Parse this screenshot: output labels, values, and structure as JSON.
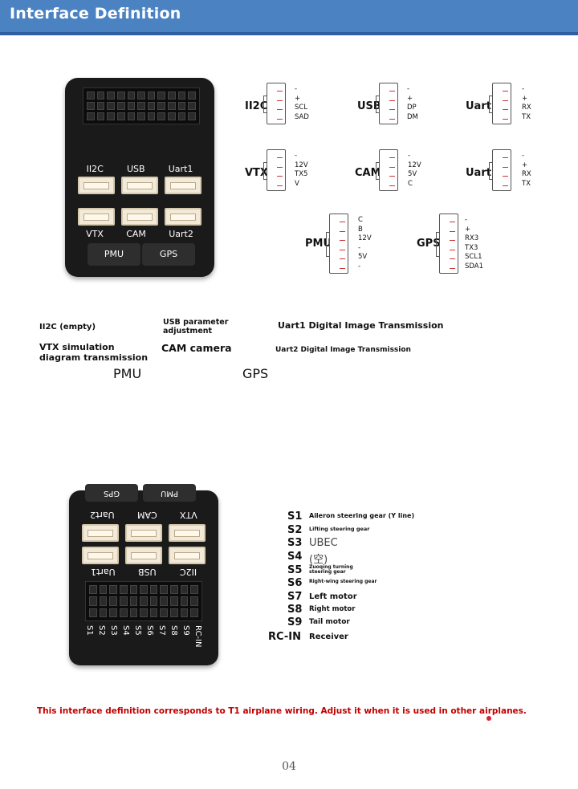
{
  "header": {
    "title": "Interface Definition"
  },
  "board_top": {
    "labels_row1": [
      "II2C",
      "USB",
      "Uart1"
    ],
    "labels_row2": [
      "VTX",
      "CAM",
      "Uart2"
    ],
    "tab_left": "PMU",
    "tab_right": "GPS"
  },
  "pinouts": [
    {
      "name": "II2C",
      "pins": [
        "-",
        "+",
        "SCL",
        "SAD"
      ]
    },
    {
      "name": "USB",
      "pins": [
        "-",
        "+",
        "DP",
        "DM"
      ]
    },
    {
      "name": "Uart1",
      "pins": [
        "-",
        "+",
        "RX",
        "TX"
      ]
    },
    {
      "name": "VTX",
      "pins": [
        "-",
        "12V",
        "TX5",
        "V"
      ]
    },
    {
      "name": "CAM",
      "pins": [
        "-",
        "12V",
        "5V",
        "C"
      ]
    },
    {
      "name": "Uart2",
      "pins": [
        "-",
        "+",
        "RX",
        "TX"
      ]
    },
    {
      "name": "PMU",
      "pins": [
        "C",
        "B",
        "12V",
        "-",
        "5V",
        "-"
      ]
    },
    {
      "name": "GPS",
      "pins": [
        "-",
        "+",
        "RX3",
        "TX3",
        "SCL1",
        "SDA1"
      ]
    }
  ],
  "descriptions": {
    "ii2c": "II2C (empty)",
    "usb_1": "USB parameter",
    "usb_2": "adjustment",
    "uart1": "Uart1 Digital Image Transmission",
    "vtx_1": "VTX simulation",
    "vtx_2": "diagram transmission",
    "cam": "CAM camera",
    "uart2": "Uart2 Digital Image Transmission",
    "pmu": "PMU",
    "gps": "GPS"
  },
  "board_bottom": {
    "tab_left": "GPS",
    "tab_right": "PMU",
    "labels_row1": [
      "Uart2",
      "CAM",
      "VTX"
    ],
    "labels_row2": [
      "Uart1",
      "USB",
      "II2C"
    ],
    "servo_labels": [
      "S1",
      "S2",
      "S3",
      "S4",
      "S5",
      "S6",
      "S7",
      "S8",
      "S9",
      "RC-IN"
    ]
  },
  "servos": [
    {
      "id": "S1",
      "desc": "Aileron steering gear (Y line)"
    },
    {
      "id": "S2",
      "desc": "Lifting steering gear"
    },
    {
      "id": "S3",
      "desc": "UBEC"
    },
    {
      "id": "S4",
      "desc": "(空)"
    },
    {
      "id": "S5",
      "desc": "Zuoqing turning steering gear"
    },
    {
      "id": "S6",
      "desc": "Right-wing steering gear"
    },
    {
      "id": "S7",
      "desc": "Left motor"
    },
    {
      "id": "S8",
      "desc": "Right motor"
    },
    {
      "id": "S9",
      "desc": "Tail motor"
    },
    {
      "id": "RC-IN",
      "desc": "Receiver"
    }
  ],
  "note": "This interface definition corresponds to T1 airplane wiring. Adjust it when it is used in other airplanes.",
  "page_number": "04"
}
